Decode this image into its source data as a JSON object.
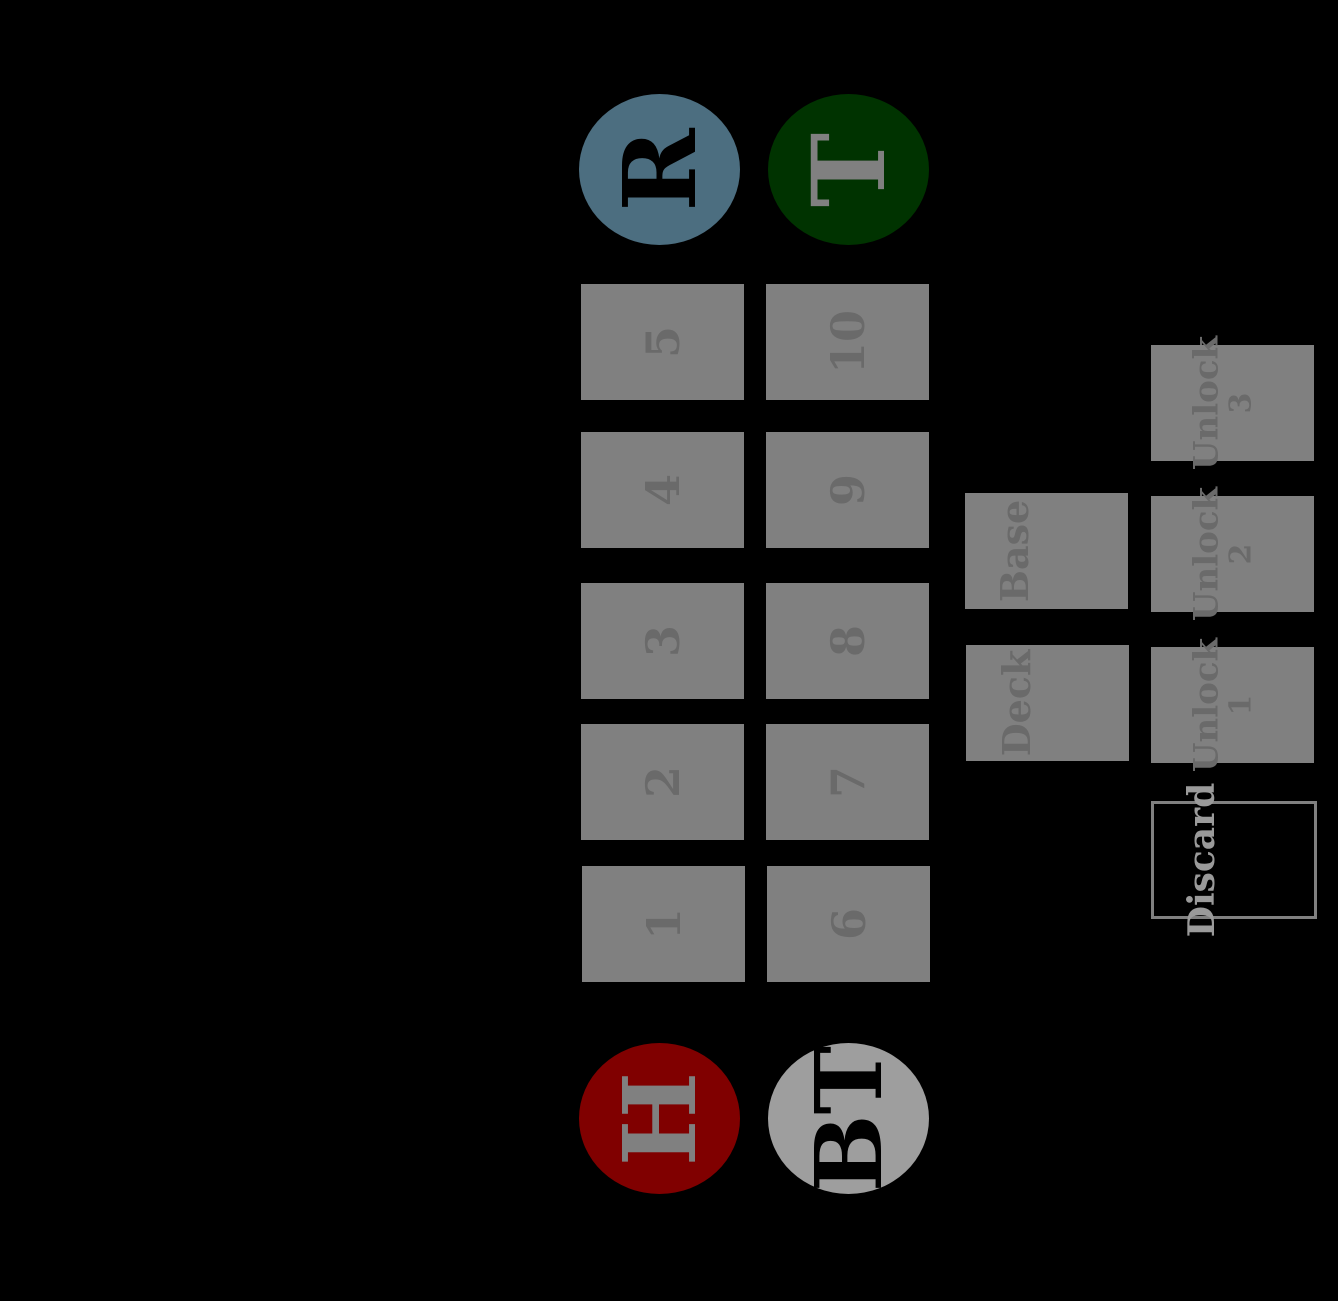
{
  "tokens": {
    "r": {
      "label": "R",
      "color": "#4c6e80",
      "text_color": "#000000"
    },
    "t": {
      "label": "T",
      "color": "#003300",
      "text_color": "#808080"
    },
    "h": {
      "label": "H",
      "color": "#800000",
      "text_color": "#808080"
    },
    "bt": {
      "label": "BT",
      "color": "#9e9e9e",
      "text_color": "#000000"
    }
  },
  "track_left": [
    "5",
    "4",
    "3",
    "2",
    "1"
  ],
  "track_right": [
    "10",
    "9",
    "8",
    "7",
    "6"
  ],
  "piles": {
    "base": "Base",
    "deck": "Deck"
  },
  "unlocks": [
    {
      "word": "Unlock",
      "level": "3"
    },
    {
      "word": "Unlock",
      "level": "2"
    },
    {
      "word": "Unlock",
      "level": "1"
    }
  ],
  "discard": "Discard"
}
